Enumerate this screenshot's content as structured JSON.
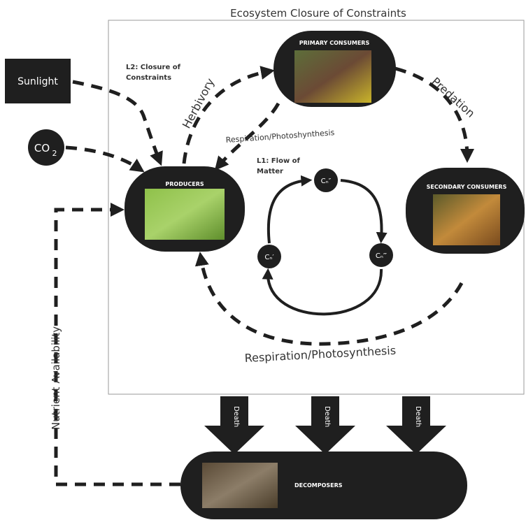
{
  "title": "Ecosystem Closure of Constraints",
  "inputs": {
    "sunlight": "Sunlight",
    "co2_main": "CO",
    "co2_sub": "2"
  },
  "nodes": {
    "primary": "PRIMARY CONSUMERS",
    "producers": "PRODUCERS",
    "secondary": "SECONDARY CONSUMERS",
    "decomposers": "DECOMPOSERS"
  },
  "labels": {
    "l2_line1": "L2: Closure of",
    "l2_line2": "Constraints",
    "l1_line1": "L1: Flow of",
    "l1_line2": "Matter",
    "herbivory": "Herbivory",
    "predation": "Predation",
    "resp_photo_top": "Respiration/Photoshynthesis",
    "resp_photo_bottom": "Respiration/Photosynthesis",
    "nutrient": "Nutrient Availability",
    "death": "Death"
  },
  "cycle_nodes": {
    "top": "Cₙ″",
    "left": "Cₙ′",
    "right": "Cₙ‴"
  }
}
